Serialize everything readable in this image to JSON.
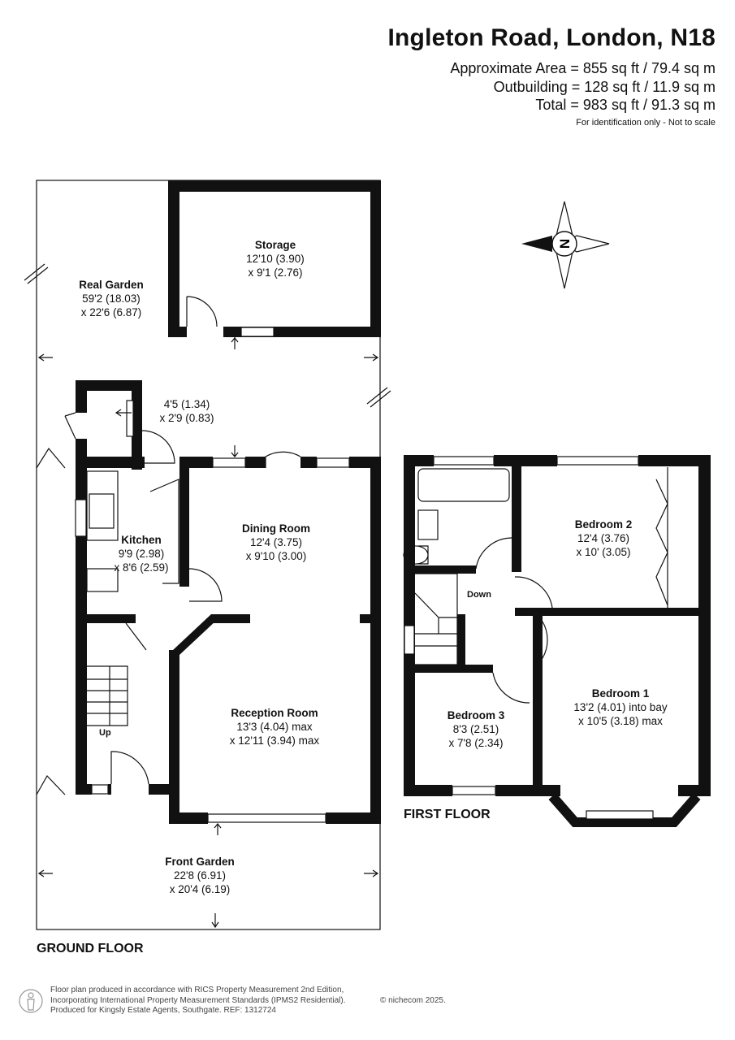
{
  "header": {
    "title": "Ingleton Road, London, N18",
    "area_approx": "Approximate Area = 855 sq ft / 79.4 sq m",
    "area_outbuilding": "Outbuilding = 128 sq ft / 11.9 sq m",
    "area_total": "Total = 983 sq ft / 91.3 sq m",
    "note": "For identification only - Not to scale"
  },
  "compass": {
    "label": "N"
  },
  "floors": {
    "ground": "GROUND FLOOR",
    "first": "FIRST FLOOR"
  },
  "ground_rooms": {
    "storage": {
      "name": "Storage",
      "dim1": "12'10 (3.90)",
      "dim2": "x 9'1 (2.76)"
    },
    "garden": {
      "name": "Real Garden",
      "dim1": "59'2 (18.03)",
      "dim2": "x 22'6 (6.87)"
    },
    "small": {
      "dim1": "4'5 (1.34)",
      "dim2": "x 2'9 (0.83)"
    },
    "kitchen": {
      "name": "Kitchen",
      "dim1": "9'9 (2.98)",
      "dim2": "x 8'6 (2.59)"
    },
    "dining": {
      "name": "Dining Room",
      "dim1": "12'4 (3.75)",
      "dim2": "x 9'10 (3.00)"
    },
    "reception": {
      "name": "Reception Room",
      "dim1": "13'3 (4.04) max",
      "dim2": "x 12'11 (3.94) max"
    },
    "front_garden": {
      "name": "Front Garden",
      "dim1": "22'8 (6.91)",
      "dim2": "x 20'4 (6.19)"
    },
    "stairs_up": "Up"
  },
  "first_rooms": {
    "bedroom2": {
      "name": "Bedroom 2",
      "dim1": "12'4 (3.76)",
      "dim2": "x 10' (3.05)"
    },
    "bedroom1": {
      "name": "Bedroom 1",
      "dim1": "13'2 (4.01) into bay",
      "dim2": "x 10'5 (3.18) max"
    },
    "bedroom3": {
      "name": "Bedroom 3",
      "dim1": "8'3 (2.51)",
      "dim2": "x 7'8 (2.34)"
    },
    "stairs_down": "Down"
  },
  "footer": {
    "line1": "Floor plan produced in accordance with RICS Property Measurement 2nd Edition,",
    "line2": "Incorporating International Property Measurement Standards (IPMS2 Residential).",
    "line3": "Produced for Kingsly Estate Agents, Southgate.   REF:  1312724",
    "copyright": "© nichecom 2025."
  }
}
